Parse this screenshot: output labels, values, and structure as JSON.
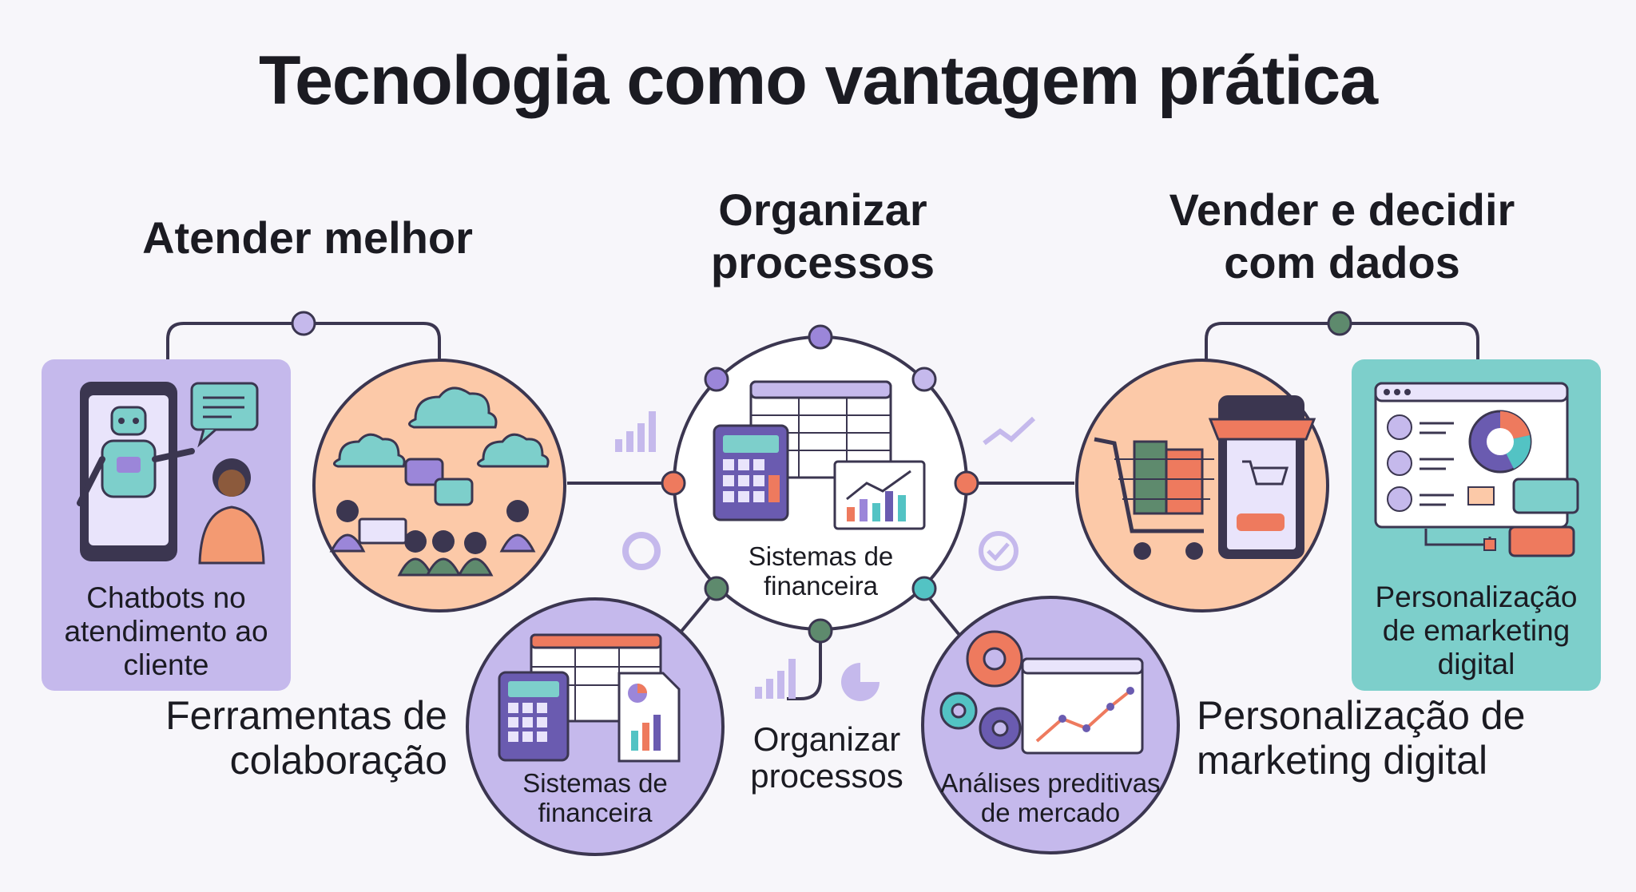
{
  "title": "Tecnologia como vantagem prática",
  "sections": {
    "left": {
      "heading": "Atender melhor"
    },
    "center": {
      "heading": "Organizar processos"
    },
    "right": {
      "heading": "Vender e decidir com dados"
    }
  },
  "cards": {
    "chatbots": "Chatbots no atendimento ao cliente",
    "personalization_card": "Personalização de emarketing digital"
  },
  "circles": {
    "hub": "Sistemas de financeira",
    "finance": "Sistemas de financeira",
    "predictive": "Análises preditivas de mercado"
  },
  "labels": {
    "collaboration": "Ferramentas de colaboração",
    "organize": "Organizar processos",
    "personalization": "Personalização de marketing digital"
  },
  "colors": {
    "lavender": "#c5b9ec",
    "peach": "#fcc9a8",
    "teal": "#7dcfcb",
    "line": "#3b3650",
    "node_purple": "#9b86d9",
    "node_green": "#5e8a6d",
    "node_red": "#ee7a5e",
    "node_teal": "#53c3c4"
  }
}
